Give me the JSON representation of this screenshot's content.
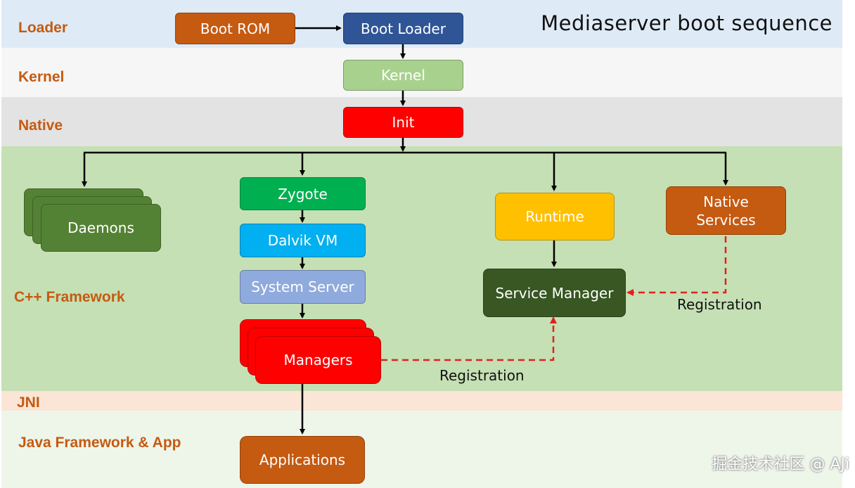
{
  "title": "Mediaserver boot sequence",
  "colors": {
    "layer_label": "#c55a11",
    "arrow": "#000000",
    "registration_arrow": "#e02020"
  },
  "layers": {
    "loader": "Loader",
    "kernel": "Kernel",
    "native": "Native",
    "cpp_framework": "C++ Framework",
    "jni": "JNI",
    "java_framework": "Java Framework & App"
  },
  "nodes": {
    "boot_rom": "Boot ROM",
    "boot_loader": "Boot Loader",
    "kernel": "Kernel",
    "init": "Init",
    "daemons": "Daemons",
    "zygote": "Zygote",
    "dalvik_vm": "Dalvik VM",
    "system_server": "System Server",
    "managers": "Managers",
    "runtime": "Runtime",
    "native_services_line1": "Native",
    "native_services_line2": "Services",
    "service_manager": "Service Manager",
    "applications": "Applications"
  },
  "edges": [
    {
      "from": "Boot ROM",
      "to": "Boot Loader",
      "style": "solid"
    },
    {
      "from": "Boot Loader",
      "to": "Kernel",
      "style": "solid"
    },
    {
      "from": "Kernel",
      "to": "Init",
      "style": "solid"
    },
    {
      "from": "Init",
      "to": "Daemons",
      "style": "solid"
    },
    {
      "from": "Init",
      "to": "Zygote",
      "style": "solid"
    },
    {
      "from": "Init",
      "to": "Runtime",
      "style": "solid"
    },
    {
      "from": "Init",
      "to": "Native Services",
      "style": "solid"
    },
    {
      "from": "Zygote",
      "to": "Dalvik VM",
      "style": "solid"
    },
    {
      "from": "Dalvik VM",
      "to": "System Server",
      "style": "solid"
    },
    {
      "from": "System Server",
      "to": "Managers",
      "style": "solid"
    },
    {
      "from": "Runtime",
      "to": "Service Manager",
      "style": "solid"
    },
    {
      "from": "Managers",
      "to": "Applications",
      "style": "solid"
    },
    {
      "from": "Native Services",
      "to": "Service Manager",
      "style": "dashed",
      "label": "Registration"
    },
    {
      "from": "Managers",
      "to": "Service Manager",
      "style": "dashed",
      "label": "Registration"
    }
  ],
  "registration_labels": {
    "native": "Registration",
    "managers": "Registration"
  },
  "watermark": "掘金技术社区 @ AJi"
}
